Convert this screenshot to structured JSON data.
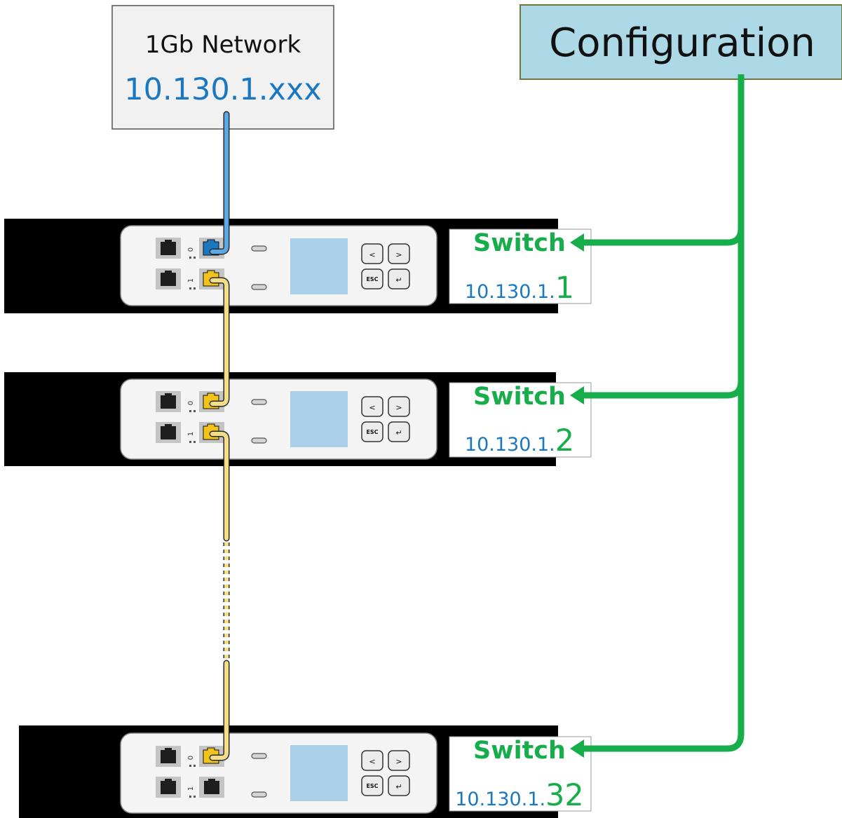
{
  "network": {
    "title": "1Gb Network",
    "ip": "10.130.1.xxx"
  },
  "configuration": {
    "label": "Configuration"
  },
  "devices": [
    {
      "switch_label": "Switch",
      "ip_prefix": "10.130.1.",
      "ip_suffix": "1"
    },
    {
      "switch_label": "Switch",
      "ip_prefix": "10.130.1.",
      "ip_suffix": "2"
    },
    {
      "switch_label": "Switch",
      "ip_prefix": "10.130.1.",
      "ip_suffix": "32"
    }
  ],
  "ports": {
    "port0": "0",
    "port1": "1"
  },
  "keys": {
    "left": "<",
    "right": ">",
    "esc": "ESC",
    "enter": "↵"
  },
  "colors": {
    "network_cable": "#5aa9e6",
    "daisy_chain_cable": "#f3dd87",
    "config_line": "#18ad4b",
    "ip_blue": "#1a78c2",
    "switch_green": "#18ad4b",
    "config_box_fill": "#add8e6",
    "config_box_border": "#6b7a3a",
    "lcd_fill": "#a9cfe9",
    "port_blue": "#1a78c2",
    "port_yellow": "#f2c318"
  }
}
